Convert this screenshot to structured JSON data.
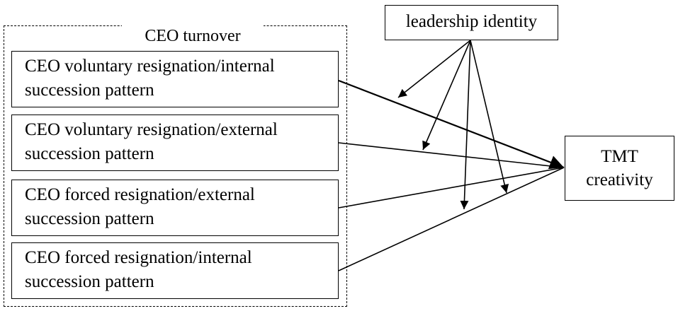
{
  "group": {
    "title": "CEO turnover"
  },
  "boxes": [
    {
      "line1": "CEO voluntary resignation/internal",
      "line2": "succession pattern"
    },
    {
      "line1": "CEO voluntary resignation/external",
      "line2": "succession pattern"
    },
    {
      "line1": "CEO forced resignation/external",
      "line2": "succession pattern"
    },
    {
      "line1": "CEO forced resignation/internal",
      "line2": "succession pattern"
    }
  ],
  "moderator": {
    "label": "leadership identity"
  },
  "outcome": {
    "line1": "TMT",
    "line2": "creativity"
  },
  "colors": {
    "line": "#000000",
    "background": "#ffffff"
  }
}
